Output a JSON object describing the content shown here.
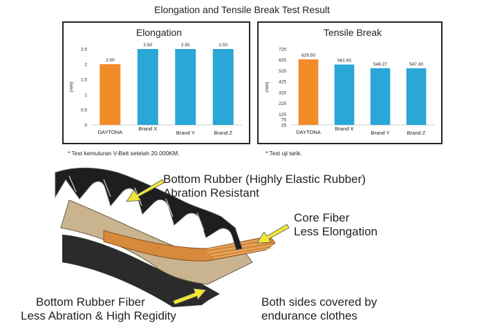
{
  "page_title": "Elongation and Tensile Break Test Result",
  "footnotes": {
    "left": "* Test kemuluran V-Belt setelah 20.000KM.",
    "right": "* Test uji tarik."
  },
  "callouts": {
    "bottom_rubber_line1": "Bottom Rubber (Highly Elastic Rubber)",
    "bottom_rubber_line2": "Abration Resistant",
    "core_fiber_line1": "Core Fiber",
    "core_fiber_line2": "Less Elongation",
    "fiber_line1": "Bottom Rubber Fiber",
    "fiber_line2": "Less Abration & High Regidity",
    "sides_line1": "Both sides covered by",
    "sides_line2": "endurance clothes"
  },
  "colors": {
    "highlight_bar": "#f28c28",
    "other_bar": "#2aa7d6",
    "arrow": "#f2e53a"
  },
  "chart_data": [
    {
      "type": "bar",
      "title": "Elongation",
      "ylabel": "(mm)",
      "xlabel": "",
      "categories": [
        "DAYTONA",
        "Brand X",
        "Brand Y",
        "Brand Z"
      ],
      "values": [
        2.0,
        2.5,
        2.5,
        2.5
      ],
      "value_labels": [
        "2.00",
        "2.50",
        "2.50",
        "2.50"
      ],
      "ylim": [
        0,
        2.5
      ],
      "yticks": [
        "0",
        "0.5",
        "1",
        "1.5",
        "2",
        "2.5"
      ],
      "ytick_values": [
        0,
        0.5,
        1,
        1.5,
        2,
        2.5
      ],
      "grid": false,
      "bar_colors": [
        "#f28c28",
        "#2aa7d6",
        "#2aa7d6",
        "#2aa7d6"
      ]
    },
    {
      "type": "bar",
      "title": "Tensile Break",
      "ylabel": "(mm)",
      "xlabel": "",
      "categories": [
        "DAYTONA",
        "Brand X",
        "Brand Y",
        "Brand Z"
      ],
      "values": [
        629.5,
        581.93,
        548.27,
        547.3
      ],
      "value_labels": [
        "629.50",
        "581.93",
        "548.27",
        "547.30"
      ],
      "ylim": [
        25,
        725
      ],
      "yticks": [
        "25",
        "75",
        "125",
        "225",
        "325",
        "425",
        "525",
        "625",
        "725"
      ],
      "ytick_values": [
        25,
        75,
        125,
        225,
        325,
        425,
        525,
        625,
        725
      ],
      "grid": false,
      "bar_colors": [
        "#f28c28",
        "#2aa7d6",
        "#2aa7d6",
        "#2aa7d6"
      ]
    }
  ]
}
